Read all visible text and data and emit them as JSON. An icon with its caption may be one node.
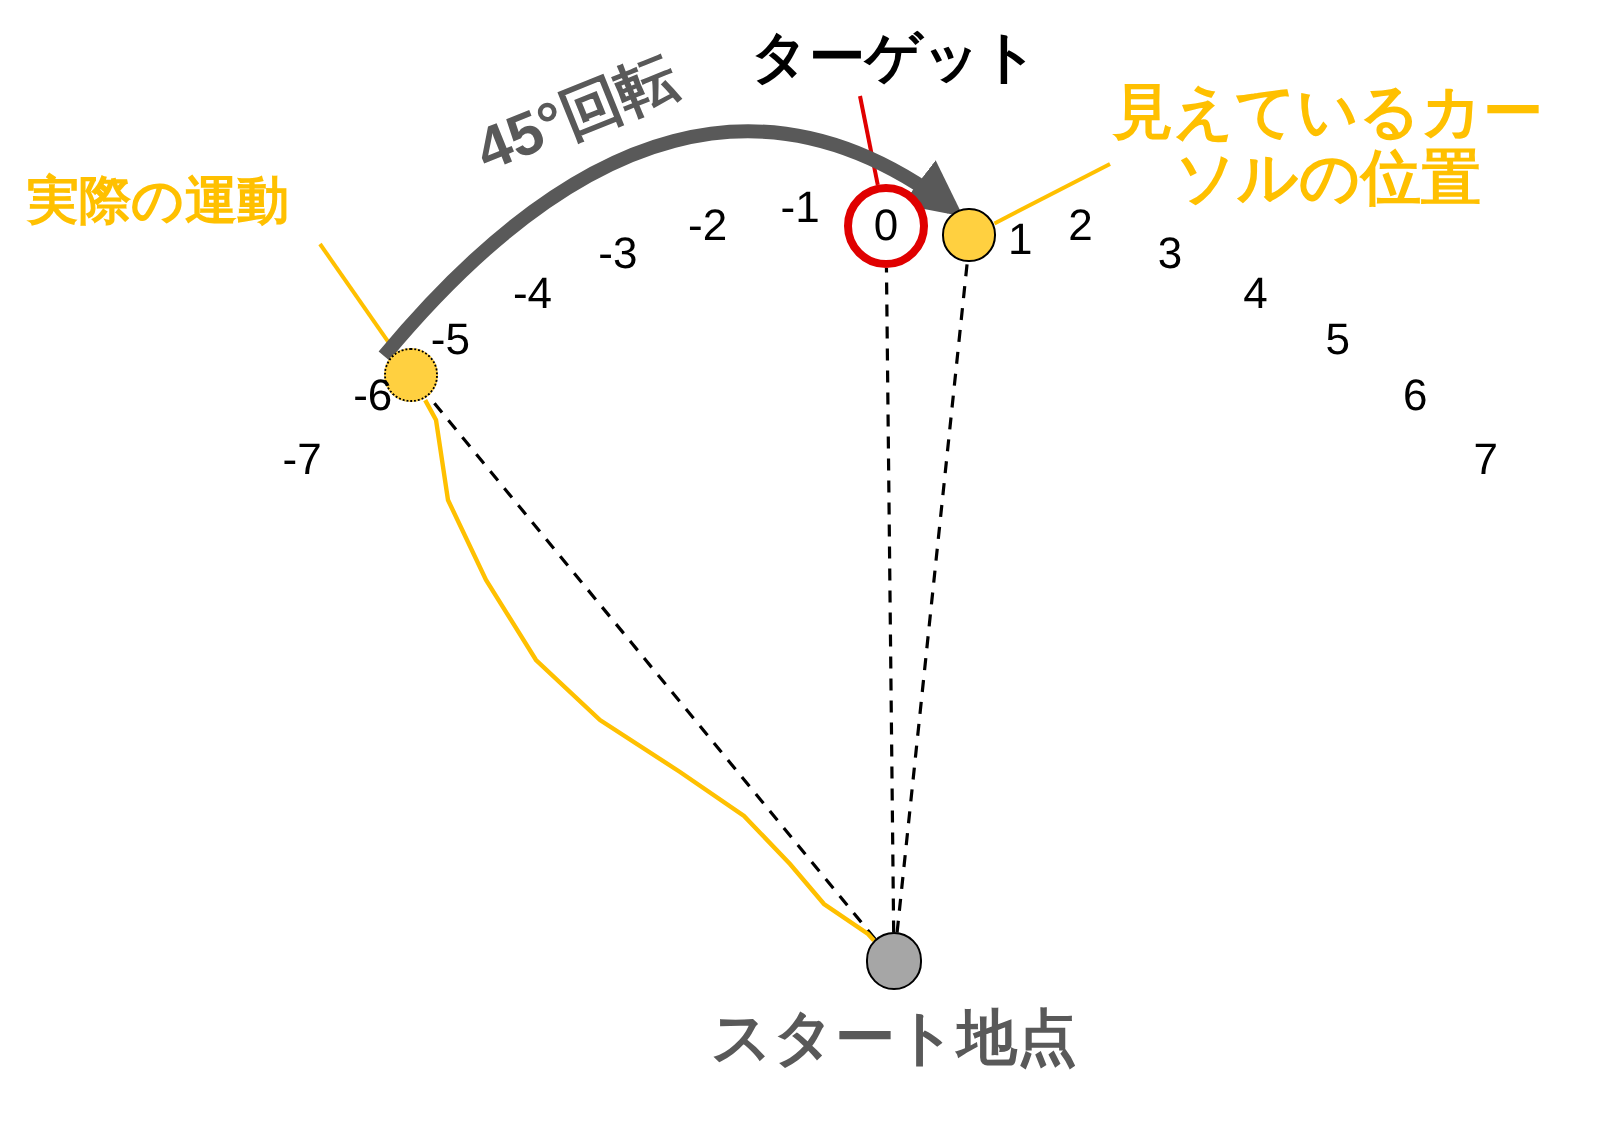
{
  "diagram": {
    "nodes": [
      {
        "text": [
          "ターゲット"
        ]
      },
      {
        "text": [
          "0"
        ]
      },
      {
        "text": [
          "見えているカーソルの位置"
        ]
      },
      {
        "text": [],
        "shape": "circle"
      },
      {
        "text": [
          "実際の運動"
        ]
      },
      {
        "text": [],
        "shape": "circle"
      },
      {
        "text": [
          "スタート地点"
        ]
      }
    ],
    "edges": [
      {
        "from": 0,
        "to": 1,
        "arrow": "none",
        "color": "#e00000"
      },
      {
        "from": 2,
        "to": 3,
        "arrow": "none",
        "color": "#ffc000"
      },
      {
        "from": 4,
        "to": 5,
        "arrow": "none",
        "color": "#ffc000"
      },
      {
        "from": 6,
        "to": 1,
        "arrow": "none",
        "style": "dashed",
        "color": "#000000"
      },
      {
        "from": 6,
        "to": 3,
        "arrow": "none",
        "style": "dashed",
        "color": "#000000"
      },
      {
        "from": 6,
        "to": 5,
        "arrow": "none",
        "style": "dashed",
        "color": "#000000"
      },
      {
        "from": 6,
        "to": 5,
        "arrow": "none",
        "color": "#ffc000"
      },
      {
        "from": 5,
        "to": 3,
        "arrow": "to",
        "label": "45°回転",
        "style": "thick",
        "color": "#595959"
      }
    ],
    "labels": [
      "-7",
      "-6",
      "-5",
      "-4",
      "-3",
      "-2",
      "-1",
      "1",
      "2",
      "3",
      "4",
      "5",
      "6",
      "7"
    ]
  }
}
